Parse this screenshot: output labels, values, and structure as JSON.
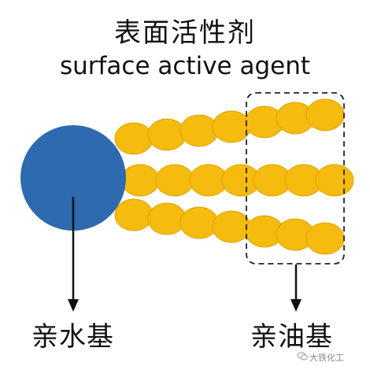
{
  "title": {
    "chinese": "表面活性剂",
    "english": "surface active agent"
  },
  "labels": {
    "hydrophilic": "亲水基",
    "lipophilic": "亲油基"
  },
  "watermark": "大铁化工",
  "colors": {
    "head": "#2e6ab0",
    "bead": "#f5bb0f",
    "bead_stroke": "#e0a300",
    "arrow": "#111111"
  },
  "icons": {
    "watermark": "wechat-icon"
  }
}
